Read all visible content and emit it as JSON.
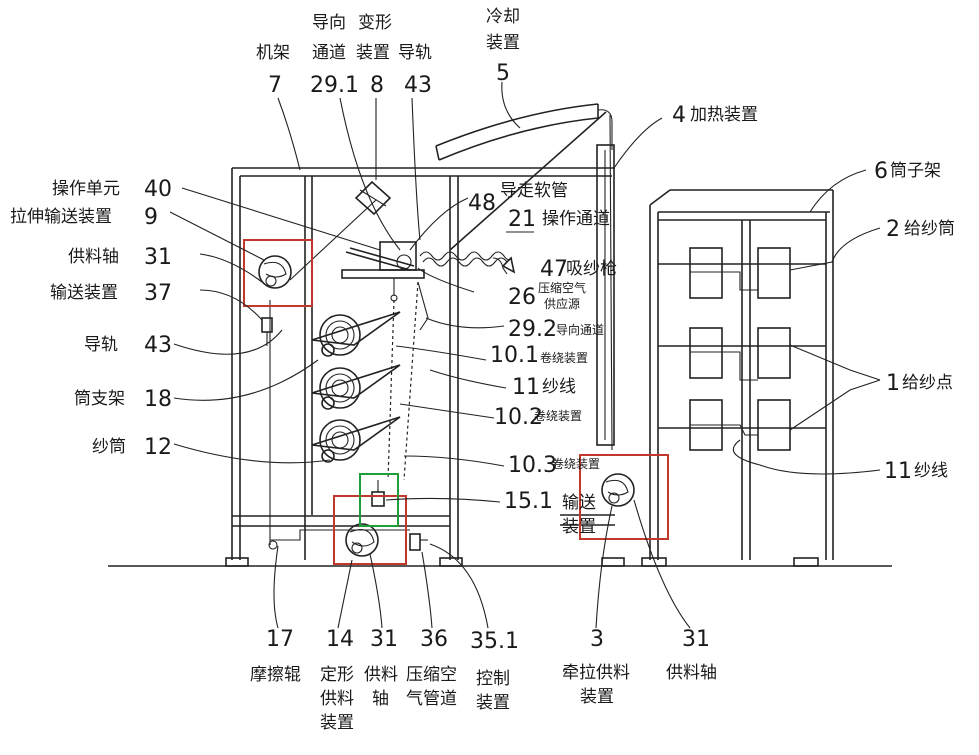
{
  "labels": {
    "l7": {
      "cn": "机架",
      "num": "7"
    },
    "l291": {
      "cn1": "导向",
      "cn2": "通道",
      "num": "29.1"
    },
    "l8": {
      "cn1": "变形",
      "cn2": "装置",
      "num": "8"
    },
    "l43t": {
      "cn": "导轨",
      "num": "43"
    },
    "l5": {
      "cn1": "冷却",
      "cn2": "装置",
      "num": "5"
    },
    "l4": {
      "num": "4",
      "cn": "加热装置"
    },
    "l6": {
      "num": "6",
      "cn": "筒子架"
    },
    "l2": {
      "num": "2",
      "cn": "给纱筒"
    },
    "l1": {
      "num": "1",
      "cn": "给纱点"
    },
    "l11r": {
      "num": "11",
      "cn": "纱线"
    },
    "l40": {
      "cn": "操作单元",
      "num": "40"
    },
    "l9": {
      "cn": "拉伸输送装置",
      "num": "9"
    },
    "l31a": {
      "cn": "供料轴",
      "num": "31"
    },
    "l37": {
      "cn": "输送装置",
      "num": "37"
    },
    "l43": {
      "cn": "导轨",
      "num": "43"
    },
    "l18": {
      "cn": "筒支架",
      "num": "18"
    },
    "l12": {
      "cn": "纱筒",
      "num": "12"
    },
    "l48": {
      "cn": "导走软管",
      "num": "48"
    },
    "l21": {
      "num": "21",
      "cn": "操作通道"
    },
    "l47": {
      "num": "47",
      "cn": "吸纱枪"
    },
    "l26": {
      "num": "26",
      "cn1": "压缩空气",
      "cn2": "供应源"
    },
    "l292": {
      "num": "29.2",
      "cn": "导向通道"
    },
    "l101": {
      "num": "10.1",
      "cn": "卷绕装置"
    },
    "l11": {
      "num": "11",
      "cn": "纱线"
    },
    "l102": {
      "num": "10.2",
      "cn": "卷绕装置"
    },
    "l103": {
      "num": "10.3",
      "cn": "卷绕装置"
    },
    "l151": {
      "num": "15.1",
      "cn1": "输送",
      "cn2": "装置"
    },
    "l17": {
      "num": "17",
      "cn": "摩擦辊"
    },
    "l14": {
      "num": "14",
      "cn1": "定形",
      "cn2": "供料",
      "cn3": "装置"
    },
    "l31b": {
      "num": "31",
      "cn1": "供料",
      "cn2": "轴"
    },
    "l36": {
      "num": "36",
      "cn1": "压缩空",
      "cn2": "气管道"
    },
    "l351": {
      "num": "35.1",
      "cn1": "控制",
      "cn2": "装置"
    },
    "l3": {
      "num": "3",
      "cn1": "牵拉供料",
      "cn2": "装置"
    },
    "l31c": {
      "num": "31",
      "cn": "供料轴"
    }
  },
  "colors": {
    "highlight_red": "#c0392b",
    "highlight_green": "#1e9e3a",
    "line": "#222222"
  }
}
